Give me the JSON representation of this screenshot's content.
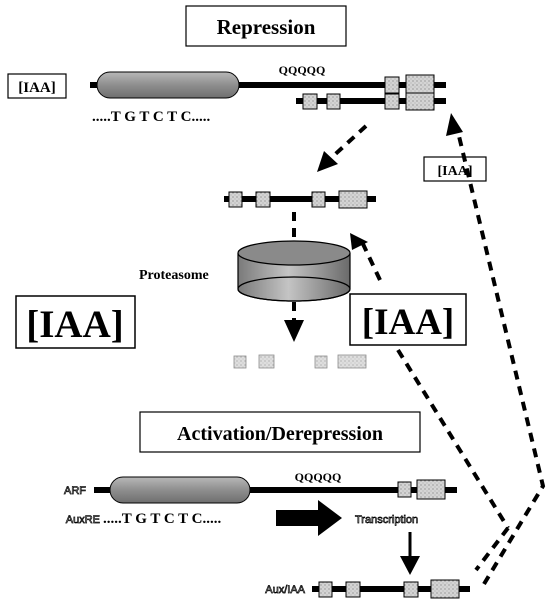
{
  "title_repression": "Repression",
  "title_activation": "Activation/Derepression",
  "top_left_label": "[IAA]",
  "top_qqqqq": "QQQQQ",
  "top_sequence": ".....T G T C T C.....",
  "right_iaa_label": "[IAA]",
  "proteasome_label": "Proteasome",
  "big_iaa_left": "[IAA]",
  "big_iaa_right": "[IAA]",
  "bottom_arf_label": "ARF",
  "bottom_qqqqq": "QQQQQ",
  "bottom_auxre_label": "AuxRE",
  "bottom_sequence": ".....T G T C T C.....",
  "transcription_label": "Transcription",
  "auxiaa_label": "Aux/IAA"
}
